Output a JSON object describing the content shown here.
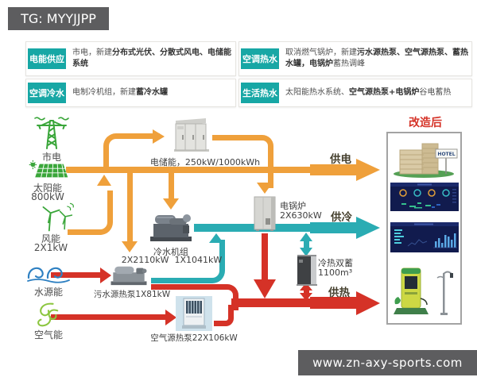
{
  "header": {
    "tg": "TG: MYYJJPP"
  },
  "footer": {
    "url": "www.zn-axy-sports.com"
  },
  "info_boxes": [
    {
      "tag": "电能供应",
      "pre": "市电，新建",
      "bold": "分布式光伏、分散式风电、电储能系统",
      "post": ""
    },
    {
      "tag": "空调热水",
      "pre": "取消燃气锅炉，新建",
      "bold": "污水源热泵、空气源热泵、蓄热水罐，电锅炉",
      "post": "蓄热调峰"
    },
    {
      "tag": "空调冷水",
      "pre": "电制冷机组，新建",
      "bold": "蓄冷水罐",
      "post": ""
    },
    {
      "tag": "生活热水",
      "pre": "太阳能热水系统、",
      "bold": "空气源热泵+电锅炉",
      "post": "谷电蓄热"
    }
  ],
  "sources": {
    "grid": {
      "label": "市电"
    },
    "solar": {
      "label": "太阳能",
      "capacity": "800kW"
    },
    "wind": {
      "label": "风能",
      "capacity": "2X1kW"
    },
    "water": {
      "label": "水源能"
    },
    "air": {
      "label": "空气能"
    }
  },
  "equipment": {
    "battery": {
      "label": "电储能，250kW/1000kWh"
    },
    "boiler": {
      "label": "电锅炉",
      "capacity": "2X630kW"
    },
    "chiller": {
      "label": "冷水机组",
      "capacity": "2X2110kW  1X1041kW"
    },
    "storage": {
      "label": "冷热双蓄",
      "capacity": "1100m³"
    },
    "sewage_hp": {
      "label": "污水源热泵1X81kW"
    },
    "air_hp": {
      "label": "空气源热泵22X106kW"
    }
  },
  "outputs": {
    "power": "供电",
    "cooling": "供冷",
    "heating": "供热"
  },
  "after": {
    "title": "改造后",
    "hotel_sign": "HOTEL"
  },
  "colors": {
    "orange": "#EFA03B",
    "teal": "#2AACB3",
    "red": "#D53227",
    "green": "#3AA63A",
    "tag_teal": "#17A7A5"
  }
}
